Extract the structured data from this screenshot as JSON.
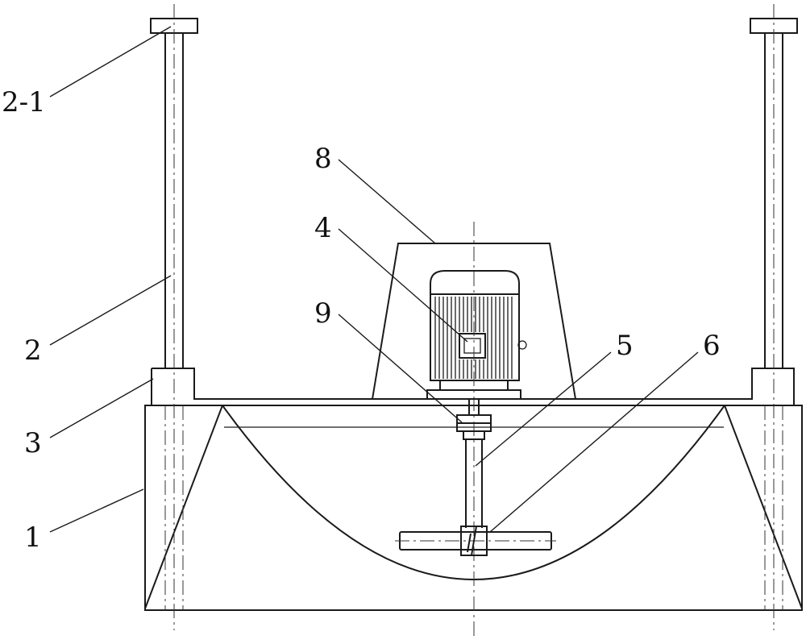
{
  "labels": {
    "part_2_1": "2-1",
    "part_2": "2",
    "part_3": "3",
    "part_1": "1",
    "part_8": "8",
    "part_4": "4",
    "part_9": "9",
    "part_5": "5",
    "part_6": "6"
  }
}
